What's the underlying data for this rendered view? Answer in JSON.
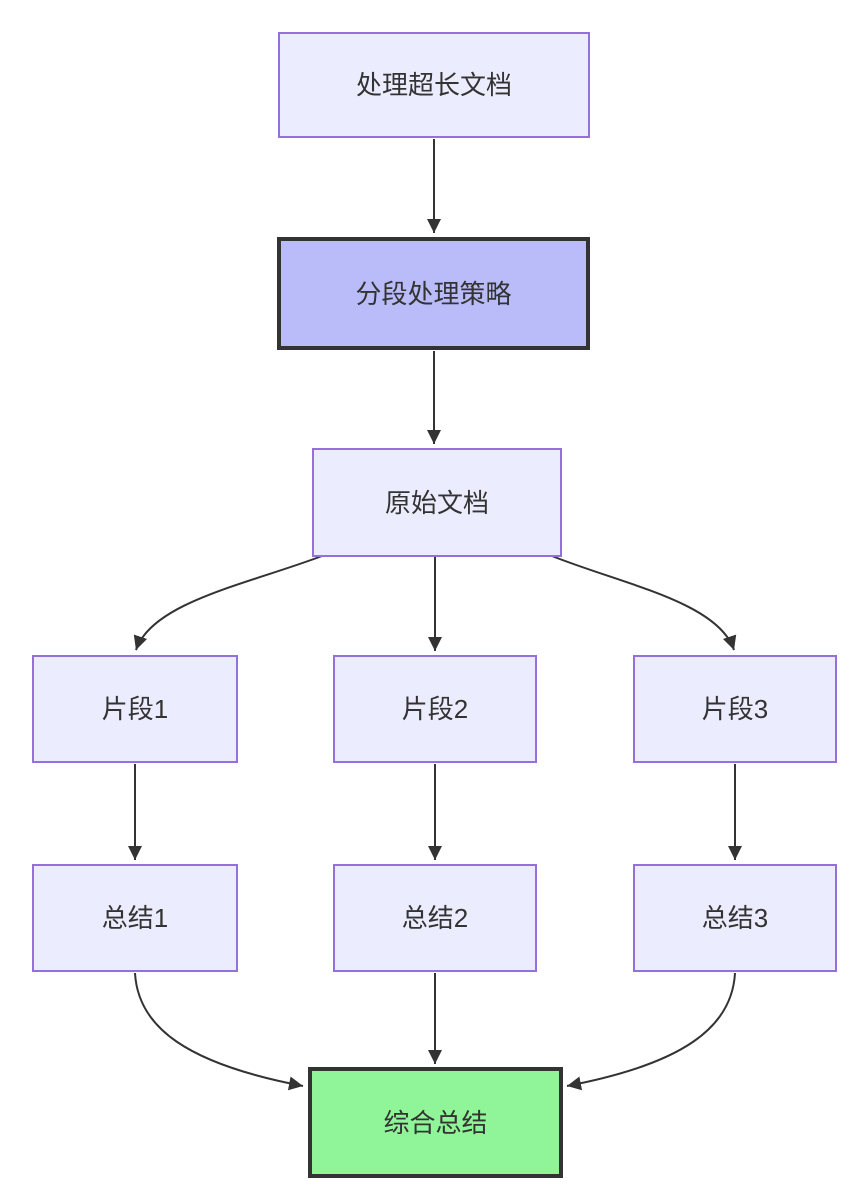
{
  "diagram": {
    "type": "flowchart",
    "direction": "top-down",
    "background": "#ffffff",
    "colors": {
      "node_fill": "#ECECFF",
      "node_border": "#9370DB",
      "highlight_fill": "#b9bcf9",
      "highlight_border": "#333333",
      "result_fill": "#90f598",
      "result_border": "#333333",
      "edge_stroke": "#333333",
      "text": "#333333"
    },
    "nodes": {
      "doc": {
        "label": "处理超长文档",
        "variant": "default"
      },
      "strategy": {
        "label": "分段处理策略",
        "variant": "highlight"
      },
      "source": {
        "label": "原始文档",
        "variant": "default"
      },
      "seg1": {
        "label": "片段1",
        "variant": "default"
      },
      "seg2": {
        "label": "片段2",
        "variant": "default"
      },
      "seg3": {
        "label": "片段3",
        "variant": "default"
      },
      "sum1": {
        "label": "总结1",
        "variant": "default"
      },
      "sum2": {
        "label": "总结2",
        "variant": "default"
      },
      "sum3": {
        "label": "总结3",
        "variant": "default"
      },
      "final": {
        "label": "综合总结",
        "variant": "result"
      }
    },
    "edges": [
      {
        "from": "处理超长文档",
        "to": "分段处理策略"
      },
      {
        "from": "分段处理策略",
        "to": "原始文档"
      },
      {
        "from": "原始文档",
        "to": "片段1"
      },
      {
        "from": "原始文档",
        "to": "片段2"
      },
      {
        "from": "原始文档",
        "to": "片段3"
      },
      {
        "from": "片段1",
        "to": "总结1"
      },
      {
        "from": "片段2",
        "to": "总结2"
      },
      {
        "from": "片段3",
        "to": "总结3"
      },
      {
        "from": "总结1",
        "to": "综合总结"
      },
      {
        "from": "总结2",
        "to": "综合总结"
      },
      {
        "from": "总结3",
        "to": "综合总结"
      }
    ]
  }
}
